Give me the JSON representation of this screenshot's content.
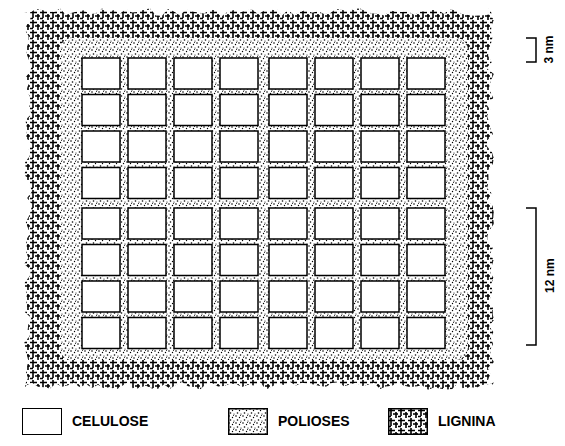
{
  "diagram": {
    "labels": [
      "3 nm",
      "12 nm"
    ],
    "legend": [
      {
        "text": "CELULOSE",
        "color": "#ffffff"
      },
      {
        "text": "POLIOSES"
      },
      {
        "text": "LIGNINA"
      }
    ]
  }
}
